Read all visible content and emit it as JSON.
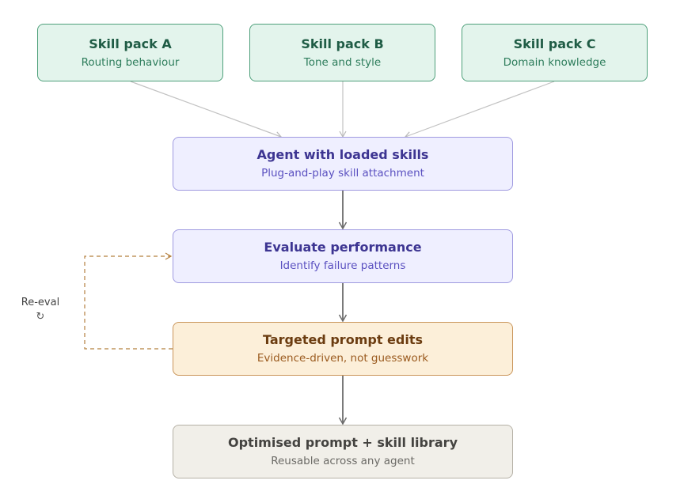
{
  "nodes": {
    "pack_a": {
      "title": "Skill pack A",
      "subtitle": "Routing behaviour"
    },
    "pack_b": {
      "title": "Skill pack B",
      "subtitle": "Tone and style"
    },
    "pack_c": {
      "title": "Skill pack C",
      "subtitle": "Domain knowledge"
    },
    "agent": {
      "title": "Agent with loaded skills",
      "subtitle": "Plug-and-play skill attachment"
    },
    "evaluate": {
      "title": "Evaluate performance",
      "subtitle": "Identify failure patterns"
    },
    "edits": {
      "title": "Targeted prompt edits",
      "subtitle": "Evidence-driven, not guesswork"
    },
    "optimised": {
      "title": "Optimised prompt + skill library",
      "subtitle": "Reusable across any agent"
    }
  },
  "loop": {
    "label": "Re-eval",
    "icon": "cycle-icon",
    "symbol": "↻"
  },
  "colors": {
    "green": "#4fa07b",
    "purple": "#9f9ae0",
    "orange": "#c9955a",
    "gray": "#b5b1a6",
    "loop_arrow": "#b5803f"
  }
}
